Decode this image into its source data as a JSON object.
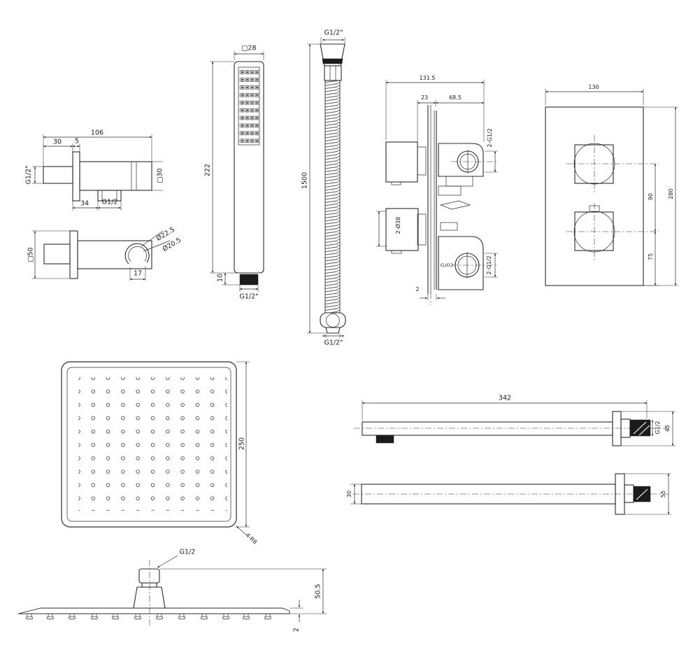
{
  "drawing": {
    "background": "#ffffff",
    "line_color": "#2b2b2b",
    "parts": {
      "elbow_top": {
        "dim_overall": "106",
        "dim_pipe": "30",
        "dim_flange": "5",
        "thread_inlet": "G1/2\"",
        "body_square": "□30",
        "dim_outlet_offset": "34",
        "thread_outlet": "G1/2"
      },
      "elbow_front": {
        "flange_square": "□50",
        "hook_outer": "Ø22.5",
        "hook_inner": "Ø20.5",
        "dim_hook": "17"
      },
      "hand_shower": {
        "head_square": "□28",
        "dim_length": "222",
        "dim_tip": "10",
        "thread": "G1/2\""
      },
      "hose": {
        "thread_top": "G1/2\"",
        "dim_length": "1500",
        "thread_bottom": "G1/2\""
      },
      "mixer_valve": {
        "dim_width": "131.5",
        "dim_offset": "23",
        "dim_body": "68.5",
        "outlets_top": "2-G1/2",
        "inlets": "2-Ø38",
        "cold_marking": "COLD",
        "outlets_bottom": "2-G1/2",
        "dim_plate": "2"
      },
      "trim_plate": {
        "dim_width": "130",
        "dim_spacing": "90",
        "dim_bottom": "75",
        "dim_height": "280"
      },
      "head_plan": {
        "dim_size": "250",
        "corner_note": "4-R8"
      },
      "arms": {
        "dim_length": "342",
        "thread": "G1/2",
        "dim_end": "45",
        "dim_bar": "30",
        "dim_end2": "55"
      },
      "head_side": {
        "thread": "G1/2",
        "dim_height": "50.5",
        "dim_thickness": "2"
      }
    }
  }
}
